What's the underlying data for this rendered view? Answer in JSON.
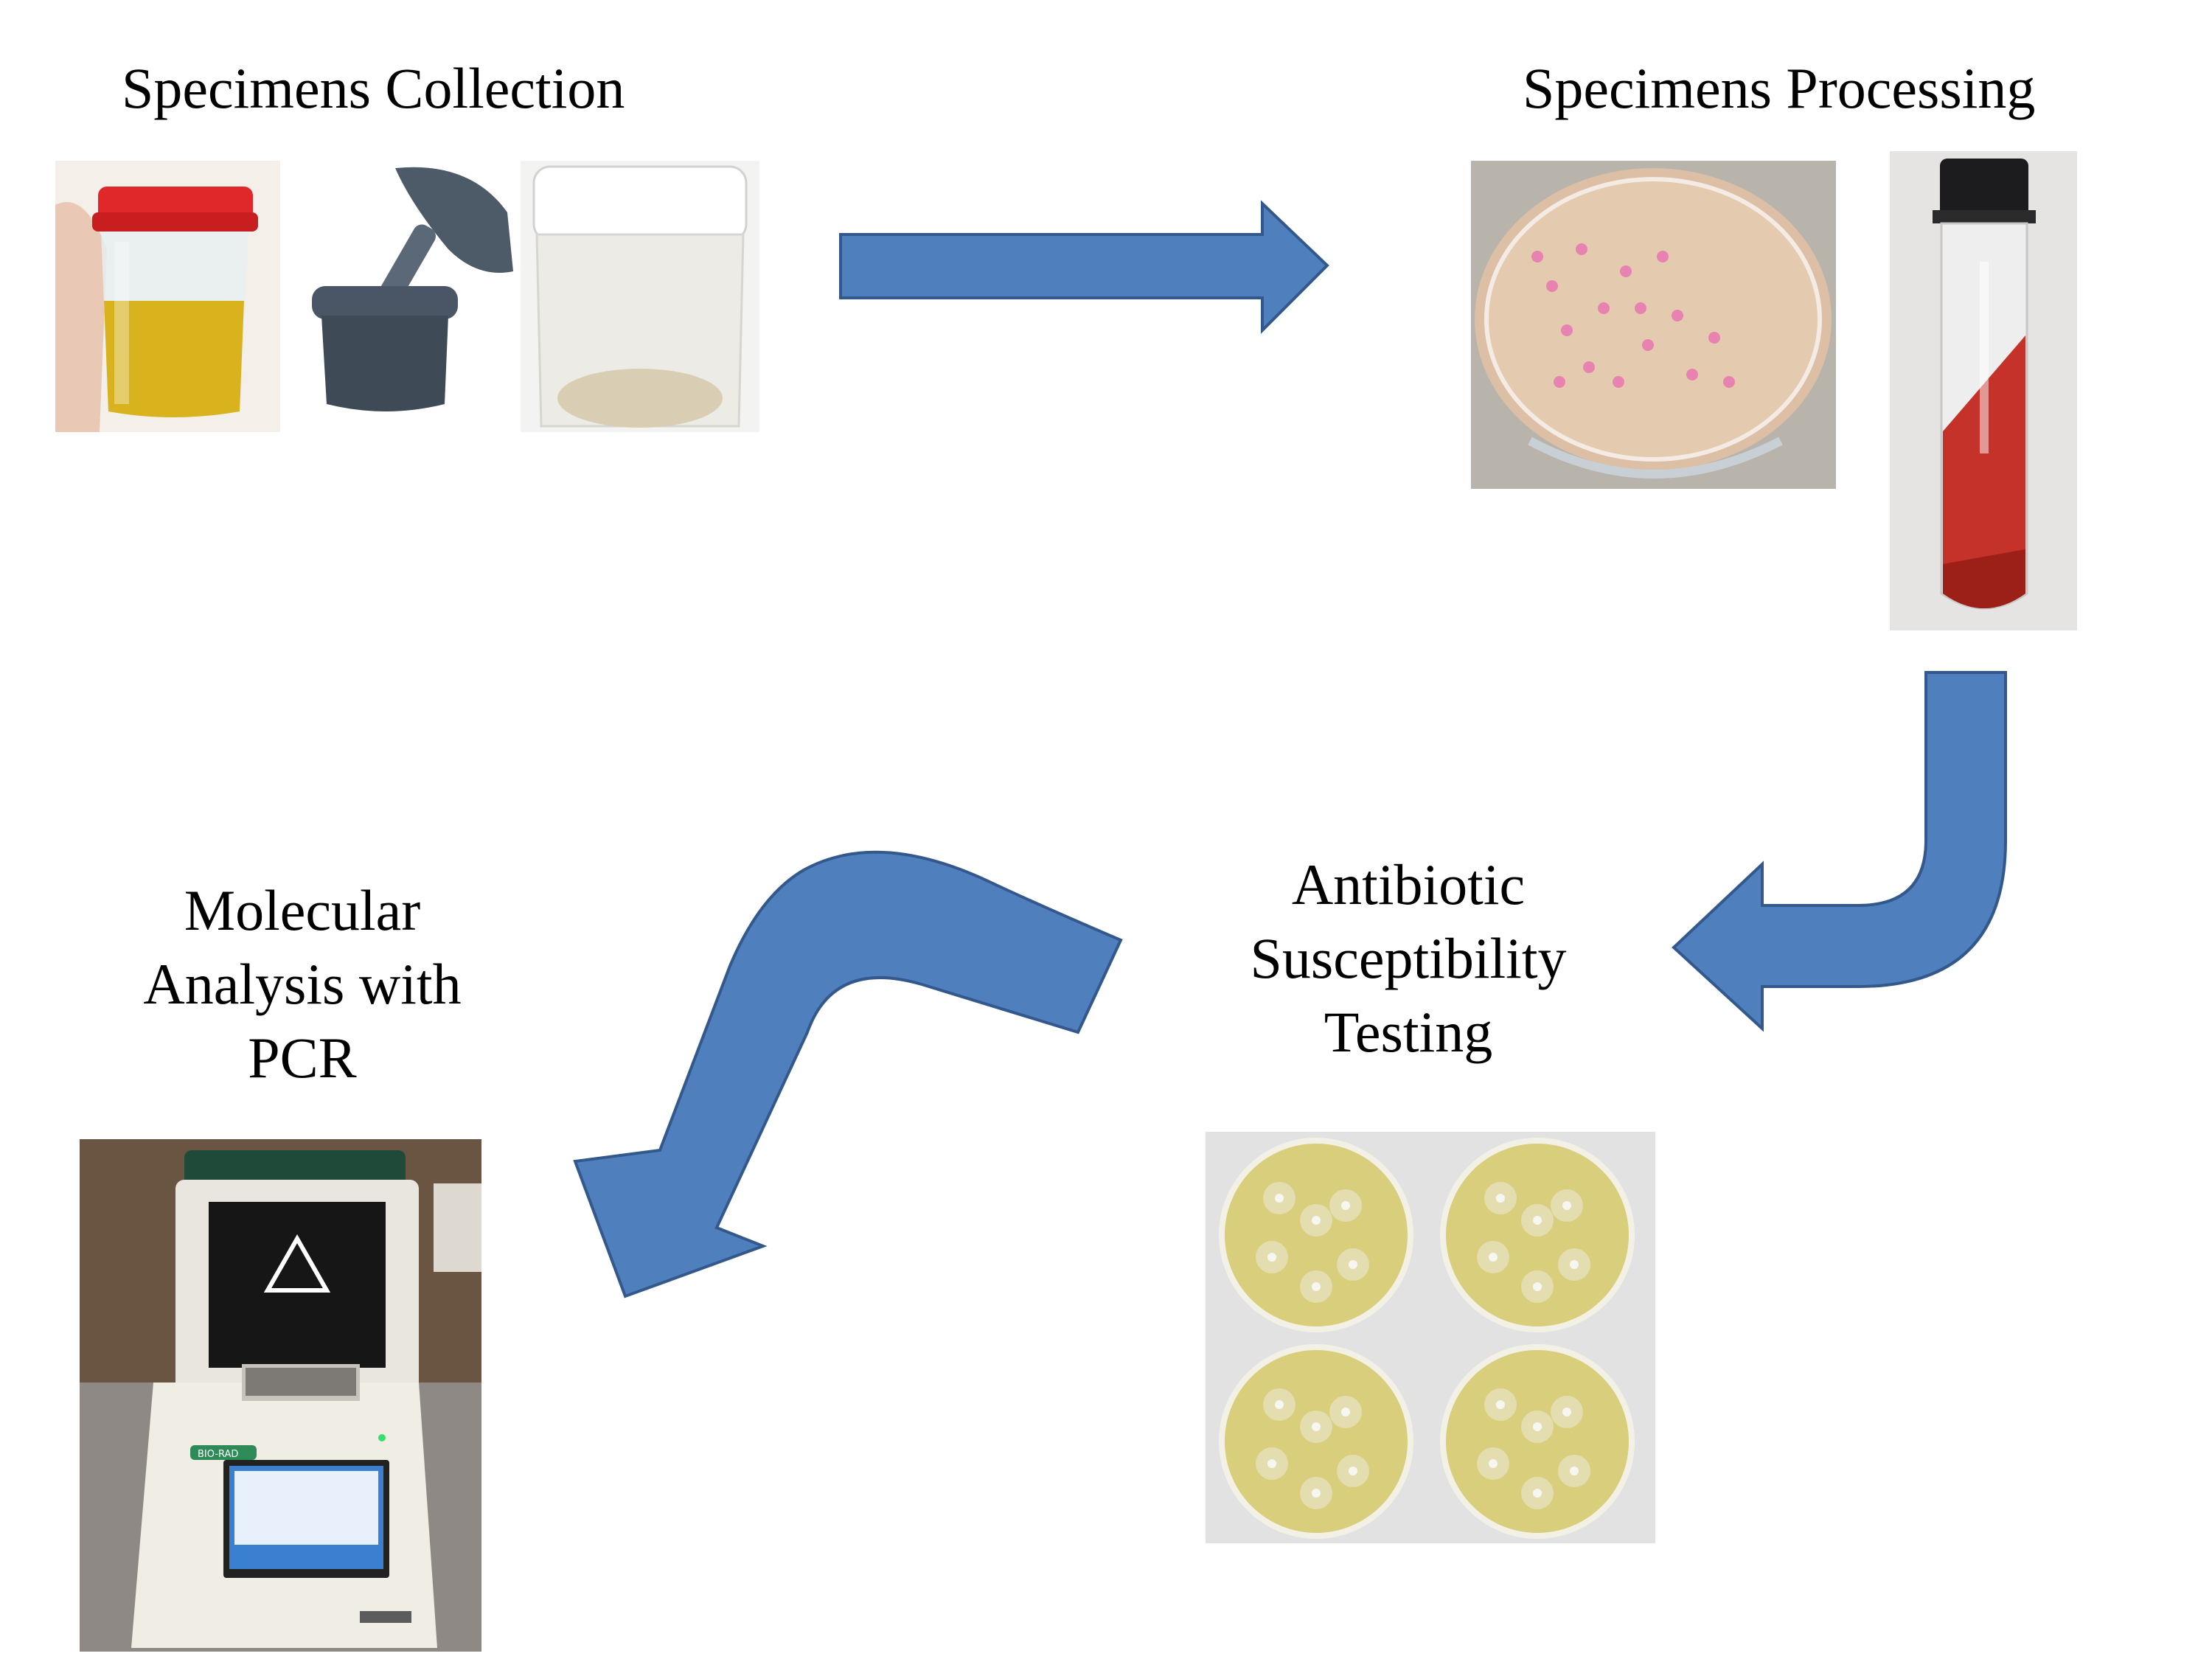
{
  "steps": {
    "collection": {
      "title": "Specimens Collection"
    },
    "processing": {
      "title": "Specimens Processing"
    },
    "susceptibility": {
      "lines": [
        "Antibiotic",
        "Susceptibility",
        "Testing"
      ]
    },
    "molecular": {
      "lines": [
        "Molecular",
        "Analysis with",
        "PCR"
      ]
    }
  },
  "pcr_screen_brand": "BIO-RAD",
  "colors": {
    "arrow_fill": "#4f7fbd",
    "arrow_stroke": "#33588c"
  }
}
